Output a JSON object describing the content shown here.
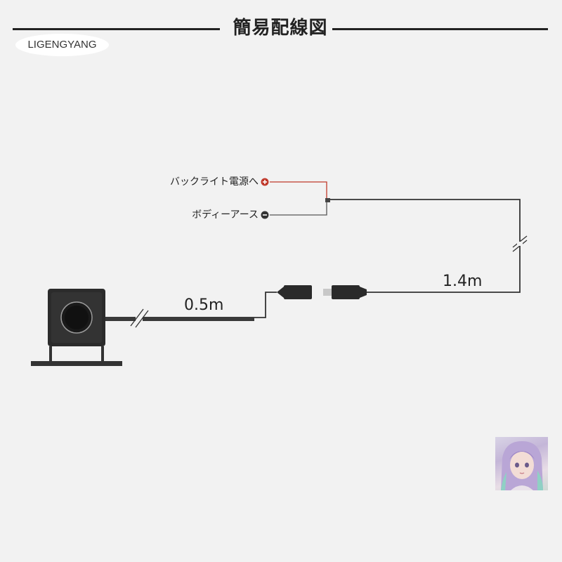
{
  "header": {
    "title": "簡易配線図"
  },
  "brand": {
    "label": "LIGENGYANG"
  },
  "wiring": {
    "backlight_label": "バックライト電源へ",
    "body_ground_label": "ボディーアース",
    "cable_short_length": "0.5m",
    "cable_long_length": "1.4m",
    "positive_color": "#c0392b",
    "negative_color": "#333333"
  },
  "icons": {
    "plus": "plus-terminal-icon",
    "minus": "minus-terminal-icon"
  }
}
